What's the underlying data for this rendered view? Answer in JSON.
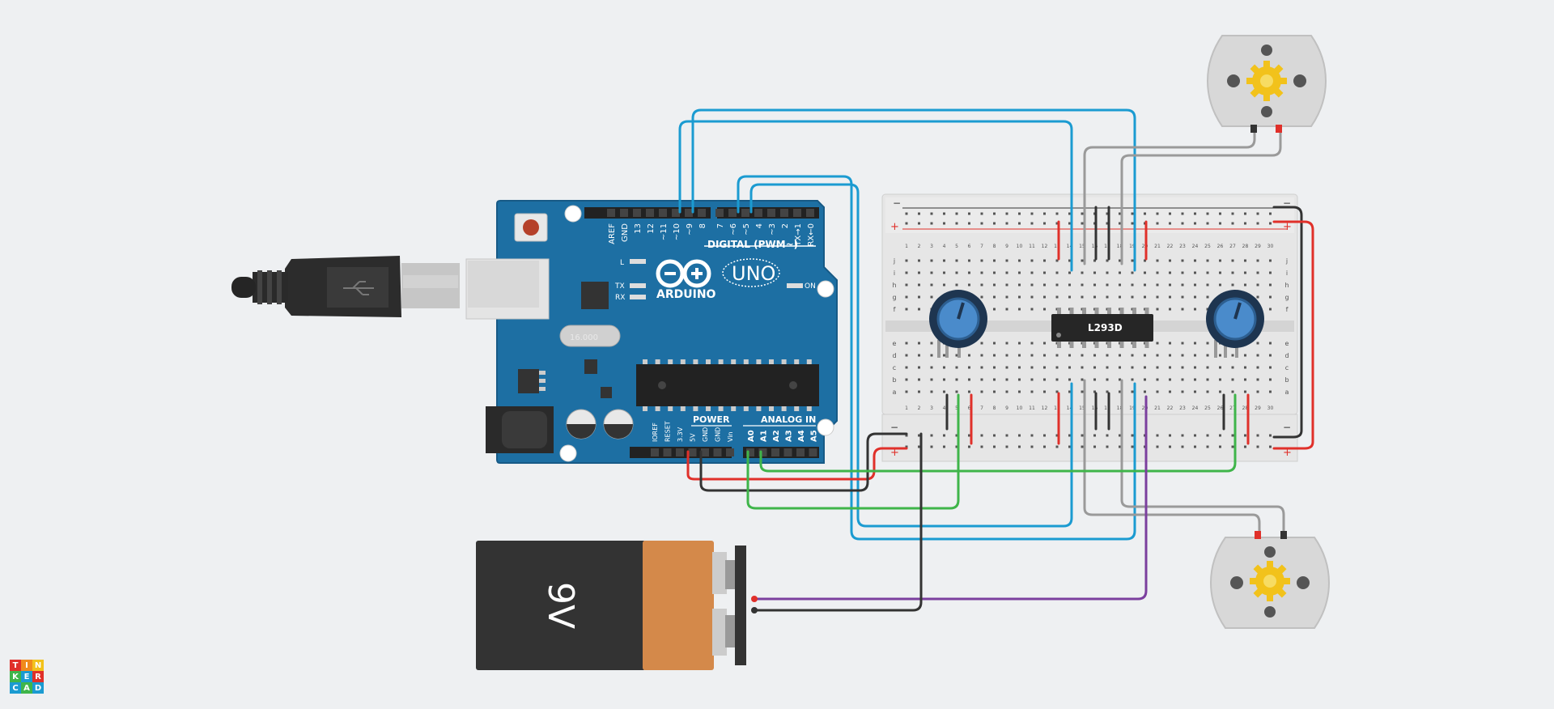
{
  "arduino": {
    "digital_pins": [
      "AREF",
      "GND",
      "13",
      "12",
      "~11",
      "~10",
      "~9",
      "8",
      "7",
      "~6",
      "~5",
      "4",
      "~3",
      "2",
      "TX→1",
      "RX←0"
    ],
    "digital_label": "DIGITAL (PWM~)",
    "brand": "ARDUINO",
    "model": "UNO",
    "led_l": "L",
    "led_tx": "TX",
    "led_rx": "RX",
    "led_on": "ON",
    "power_label": "POWER",
    "power_pins": [
      "IOREF",
      "RESET",
      "3.3V",
      "5V",
      "GND",
      "GND",
      "Vin"
    ],
    "analog_label": "ANALOG IN",
    "analog_pins": [
      "A0",
      "A1",
      "A2",
      "A3",
      "A4",
      "A5"
    ],
    "crystal_text": "16.000"
  },
  "breadboard": {
    "row_letters_top": [
      "f",
      "g",
      "h",
      "i",
      "j"
    ],
    "row_letters_bottom": [
      "a",
      "b",
      "c",
      "d",
      "e"
    ],
    "columns": 30,
    "rail_minus": "−",
    "rail_plus": "+"
  },
  "ic": {
    "label": "L293D"
  },
  "battery": {
    "label": "9V"
  },
  "logo": {
    "letters": [
      "T",
      "I",
      "N",
      "K",
      "E",
      "R",
      "C",
      "A",
      "D"
    ]
  },
  "colors": {
    "board_blue": "#1d6fa3",
    "wire_blue": "#1b9bd1",
    "wire_red": "#e0302a",
    "wire_black": "#333333",
    "wire_green": "#3fb54a",
    "wire_purple": "#7b3f9e",
    "wire_gray": "#9a9a9a"
  }
}
